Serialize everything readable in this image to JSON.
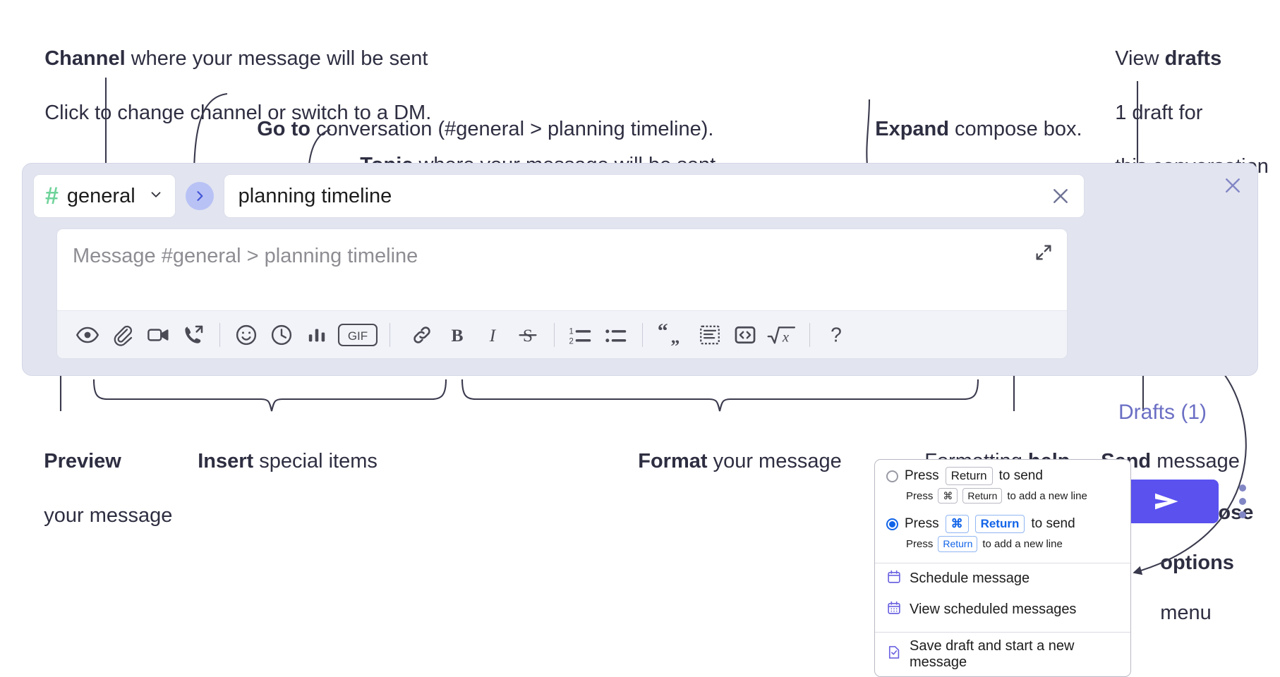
{
  "annotations": {
    "channel": {
      "bold": "Channel",
      "rest": " where your message will be sent",
      "italic": "Click to change channel or switch to a DM."
    },
    "goto": {
      "bold": "Go to",
      "rest": " conversation (#general > planning timeline)."
    },
    "topic": {
      "bold": "Topic",
      "rest": " where your message will be sent"
    },
    "expand": {
      "bold": "Expand",
      "rest": " compose box."
    },
    "drafts": {
      "bold_lead": "View ",
      "bold": "drafts",
      "italic1": "1 draft for",
      "italic2": "this conversation"
    },
    "preview": {
      "bold": "Preview",
      "rest": "your message"
    },
    "insert": {
      "bold": "Insert",
      "rest": " special items"
    },
    "format": {
      "bold": "Format",
      "rest": " your message"
    },
    "help": {
      "lead": "Formatting ",
      "bold": "help"
    },
    "send": {
      "bold": "Send",
      "rest": " message"
    },
    "compose_options": {
      "bold1": "Compose",
      "bold2": "options",
      "rest": "menu"
    }
  },
  "compose": {
    "channel_name": "general",
    "channel_hash": "#",
    "topic_value": "planning timeline",
    "message_placeholder": "Message #general > planning timeline",
    "drafts_label": "Drafts (1)",
    "icons": {
      "close": "close-icon",
      "chevron": "chevron-down-icon",
      "go": "go-to-conversation-icon",
      "clear_topic": "clear-topic-icon",
      "expand": "expand-compose-icon",
      "send": "send-icon",
      "kebab": "compose-options-icon"
    },
    "toolbar": [
      {
        "name": "preview-icon",
        "label": "Preview"
      },
      {
        "name": "attachment-icon",
        "label": "Attach file"
      },
      {
        "name": "video-icon",
        "label": "Video clip"
      },
      {
        "name": "audio-call-icon",
        "label": "Audio clip"
      },
      {
        "name": "separator",
        "label": ""
      },
      {
        "name": "emoji-icon",
        "label": "Emoji"
      },
      {
        "name": "clock-icon",
        "label": "Reminder"
      },
      {
        "name": "poll-icon",
        "label": "Poll"
      },
      {
        "name": "gif-icon",
        "label": "GIF"
      },
      {
        "name": "separator",
        "label": ""
      },
      {
        "name": "link-icon",
        "label": "Link"
      },
      {
        "name": "bold-icon",
        "label": "Bold"
      },
      {
        "name": "italic-icon",
        "label": "Italic"
      },
      {
        "name": "strikethrough-icon",
        "label": "Strikethrough"
      },
      {
        "name": "separator",
        "label": ""
      },
      {
        "name": "ordered-list-icon",
        "label": "Ordered list"
      },
      {
        "name": "bulleted-list-icon",
        "label": "Bulleted list"
      },
      {
        "name": "separator",
        "label": ""
      },
      {
        "name": "blockquote-icon",
        "label": "Blockquote"
      },
      {
        "name": "code-block-icon",
        "label": "Code block"
      },
      {
        "name": "inline-code-icon",
        "label": "Code"
      },
      {
        "name": "math-icon",
        "label": "Math"
      },
      {
        "name": "separator",
        "label": ""
      },
      {
        "name": "formatting-help-icon",
        "label": "?"
      }
    ],
    "gif_label": "GIF"
  },
  "popup": {
    "option1": {
      "press": "Press",
      "key": "Return",
      "tail": "to send",
      "sub_press": "Press",
      "sub_key1": "⌘",
      "sub_key2": "Return",
      "sub_tail": "to add a new line",
      "selected": false
    },
    "option2": {
      "press": "Press",
      "key1": "⌘",
      "key2": "Return",
      "tail": "to send",
      "sub_press": "Press",
      "sub_key": "Return",
      "sub_tail": "to add a new line",
      "selected": true
    },
    "menu": [
      {
        "icon": "calendar-icon",
        "label": "Schedule message"
      },
      {
        "icon": "calendar-grid-icon",
        "label": "View scheduled messages"
      },
      {
        "icon": "draft-check-icon",
        "label": "Save draft and start a new message"
      }
    ]
  },
  "colors": {
    "compose_bg": "#e2e4f0",
    "accent_purple": "#5a51ef",
    "drafts_text": "#6b6fc4",
    "hash_green": "#6fd39a",
    "go_circle": "#b9c2f5",
    "annotation_text": "#2e2e42",
    "key_blue": "#1264e8"
  }
}
